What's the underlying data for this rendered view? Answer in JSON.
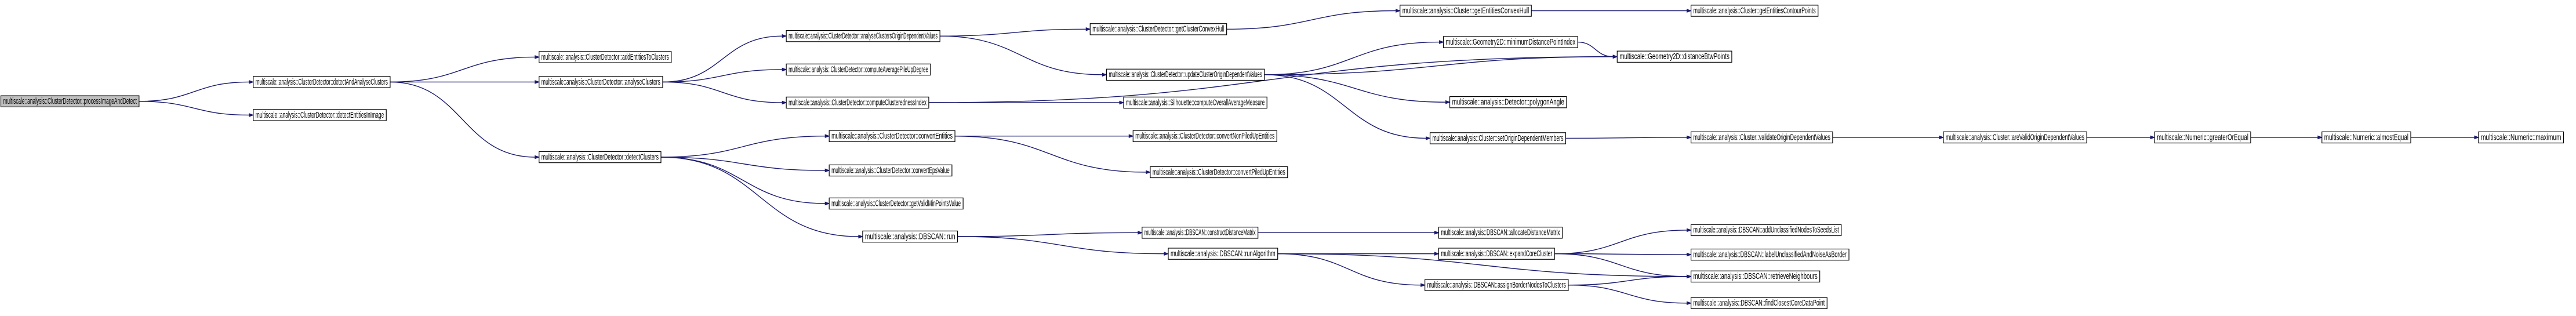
{
  "colors": {
    "edge": "#191970",
    "node_border": "#000000",
    "root_fill": "#bfbfbf",
    "node_fill": "#ffffff"
  },
  "nodes": [
    {
      "id": "processImageAndDetect",
      "label": "multiscale::analysis::ClusterDetector::processImageAndDetect",
      "root": true
    },
    {
      "id": "detectAndAnalyseClusters",
      "label": "multiscale::analysis::ClusterDetector::detectAndAnalyseClusters"
    },
    {
      "id": "detectEntitiesInImage",
      "label": "multiscale::analysis::ClusterDetector::detectEntitiesInImage"
    },
    {
      "id": "addEntitiesToClusters",
      "label": "multiscale::analysis::ClusterDetector::addEntitiesToClusters"
    },
    {
      "id": "analyseClusters",
      "label": "multiscale::analysis::ClusterDetector::analyseClusters"
    },
    {
      "id": "detectClusters",
      "label": "multiscale::analysis::ClusterDetector::detectClusters"
    },
    {
      "id": "analyseClustersOriginDependentValues",
      "label": "multiscale::analysis::ClusterDetector::analyseClustersOriginDependentValues"
    },
    {
      "id": "computeAveragePileUpDegree",
      "label": "multiscale::analysis::ClusterDetector::computeAveragePileUpDegree"
    },
    {
      "id": "computeClusterednessIndex",
      "label": "multiscale::analysis::ClusterDetector::computeClusterednessIndex"
    },
    {
      "id": "convertEntities",
      "label": "multiscale::analysis::ClusterDetector::convertEntities"
    },
    {
      "id": "convertEpsValue",
      "label": "multiscale::analysis::ClusterDetector::convertEpsValue"
    },
    {
      "id": "getValidMinPointsValue",
      "label": "multiscale::analysis::ClusterDetector::getValidMinPointsValue"
    },
    {
      "id": "dbscanRun",
      "label": "multiscale::analysis::DBSCAN::run"
    },
    {
      "id": "getClusterConvexHull",
      "label": "multiscale::analysis::ClusterDetector::getClusterConvexHull"
    },
    {
      "id": "updateClusterOriginDependentValues",
      "label": "multiscale::analysis::ClusterDetector::updateClusterOriginDependentValues"
    },
    {
      "id": "silhouette",
      "label": "multiscale::analysis::Silhouette::computeOverallAverageMeasure"
    },
    {
      "id": "convertNonPiledUpEntities",
      "label": "multiscale::analysis::ClusterDetector::convertNonPiledUpEntities"
    },
    {
      "id": "convertPiledUpEntities",
      "label": "multiscale::analysis::ClusterDetector::convertPiledUpEntities"
    },
    {
      "id": "constructDistanceMatrix",
      "label": "multiscale::analysis::DBSCAN::constructDistanceMatrix"
    },
    {
      "id": "runAlgorithm",
      "label": "multiscale::analysis::DBSCAN::runAlgorithm"
    },
    {
      "id": "getEntitiesConvexHull",
      "label": "multiscale::analysis::Cluster::getEntitiesConvexHull"
    },
    {
      "id": "minimumDistancePointIndex",
      "label": "multiscale::Geometry2D::minimumDistancePointIndex"
    },
    {
      "id": "distanceBtwPoints",
      "label": "multiscale::Geometry2D::distanceBtwPoints"
    },
    {
      "id": "polygonAngle",
      "label": "multiscale::analysis::Detector::polygonAngle"
    },
    {
      "id": "setOriginDependentMembers",
      "label": "multiscale::analysis::Cluster::setOriginDependentMembers"
    },
    {
      "id": "allocateDistanceMatrix",
      "label": "multiscale::analysis::DBSCAN::allocateDistanceMatrix"
    },
    {
      "id": "expandCoreCluster",
      "label": "multiscale::analysis::DBSCAN::expandCoreCluster"
    },
    {
      "id": "assignBorderNodesToClusters",
      "label": "multiscale::analysis::DBSCAN::assignBorderNodesToClusters"
    },
    {
      "id": "getEntitiesContourPoints",
      "label": "multiscale::analysis::Cluster::getEntitiesContourPoints"
    },
    {
      "id": "validateOriginDependentValues",
      "label": "multiscale::analysis::Cluster::validateOriginDependentValues"
    },
    {
      "id": "addUnclassifiedNodesToSeedsList",
      "label": "multiscale::analysis::DBSCAN::addUnclassifiedNodesToSeedsList"
    },
    {
      "id": "labelUnclassifiedAndNoiseAsBorder",
      "label": "multiscale::analysis::DBSCAN::labelUnclassifiedAndNoiseAsBorder"
    },
    {
      "id": "retrieveNeighbours",
      "label": "multiscale::analysis::DBSCAN::retrieveNeighbours"
    },
    {
      "id": "findClosestCoreDataPoint",
      "label": "multiscale::analysis::DBSCAN::findClosestCoreDataPoint"
    },
    {
      "id": "areValidOriginDependentValues",
      "label": "multiscale::analysis::Cluster::areValidOriginDependentValues"
    },
    {
      "id": "greaterOrEqual",
      "label": "multiscale::Numeric::greaterOrEqual"
    },
    {
      "id": "almostEqual",
      "label": "multiscale::Numeric::almostEqual"
    },
    {
      "id": "maximum",
      "label": "multiscale::Numeric::maximum"
    }
  ],
  "edges": [
    [
      "processImageAndDetect",
      "detectAndAnalyseClusters"
    ],
    [
      "processImageAndDetect",
      "detectEntitiesInImage"
    ],
    [
      "detectAndAnalyseClusters",
      "addEntitiesToClusters"
    ],
    [
      "detectAndAnalyseClusters",
      "analyseClusters"
    ],
    [
      "detectAndAnalyseClusters",
      "detectClusters"
    ],
    [
      "analyseClusters",
      "analyseClustersOriginDependentValues"
    ],
    [
      "analyseClusters",
      "computeAveragePileUpDegree"
    ],
    [
      "analyseClusters",
      "computeClusterednessIndex"
    ],
    [
      "analyseClustersOriginDependentValues",
      "getClusterConvexHull"
    ],
    [
      "analyseClustersOriginDependentValues",
      "updateClusterOriginDependentValues"
    ],
    [
      "getClusterConvexHull",
      "getEntitiesConvexHull"
    ],
    [
      "getEntitiesConvexHull",
      "getEntitiesContourPoints"
    ],
    [
      "updateClusterOriginDependentValues",
      "minimumDistancePointIndex"
    ],
    [
      "updateClusterOriginDependentValues",
      "distanceBtwPoints"
    ],
    [
      "updateClusterOriginDependentValues",
      "polygonAngle"
    ],
    [
      "updateClusterOriginDependentValues",
      "setOriginDependentMembers"
    ],
    [
      "minimumDistancePointIndex",
      "distanceBtwPoints"
    ],
    [
      "computeClusterednessIndex",
      "silhouette"
    ],
    [
      "computeClusterednessIndex",
      "distanceBtwPoints"
    ],
    [
      "setOriginDependentMembers",
      "validateOriginDependentValues"
    ],
    [
      "validateOriginDependentValues",
      "areValidOriginDependentValues"
    ],
    [
      "areValidOriginDependentValues",
      "greaterOrEqual"
    ],
    [
      "greaterOrEqual",
      "almostEqual"
    ],
    [
      "almostEqual",
      "maximum"
    ],
    [
      "detectClusters",
      "convertEntities"
    ],
    [
      "detectClusters",
      "convertEpsValue"
    ],
    [
      "detectClusters",
      "getValidMinPointsValue"
    ],
    [
      "detectClusters",
      "dbscanRun"
    ],
    [
      "convertEntities",
      "convertNonPiledUpEntities"
    ],
    [
      "convertEntities",
      "convertPiledUpEntities"
    ],
    [
      "dbscanRun",
      "constructDistanceMatrix"
    ],
    [
      "dbscanRun",
      "runAlgorithm"
    ],
    [
      "constructDistanceMatrix",
      "allocateDistanceMatrix"
    ],
    [
      "runAlgorithm",
      "expandCoreCluster"
    ],
    [
      "runAlgorithm",
      "assignBorderNodesToClusters"
    ],
    [
      "runAlgorithm",
      "retrieveNeighbours"
    ],
    [
      "expandCoreCluster",
      "addUnclassifiedNodesToSeedsList"
    ],
    [
      "expandCoreCluster",
      "labelUnclassifiedAndNoiseAsBorder"
    ],
    [
      "expandCoreCluster",
      "retrieveNeighbours"
    ],
    [
      "assignBorderNodesToClusters",
      "retrieveNeighbours"
    ],
    [
      "assignBorderNodesToClusters",
      "findClosestCoreDataPoint"
    ]
  ]
}
